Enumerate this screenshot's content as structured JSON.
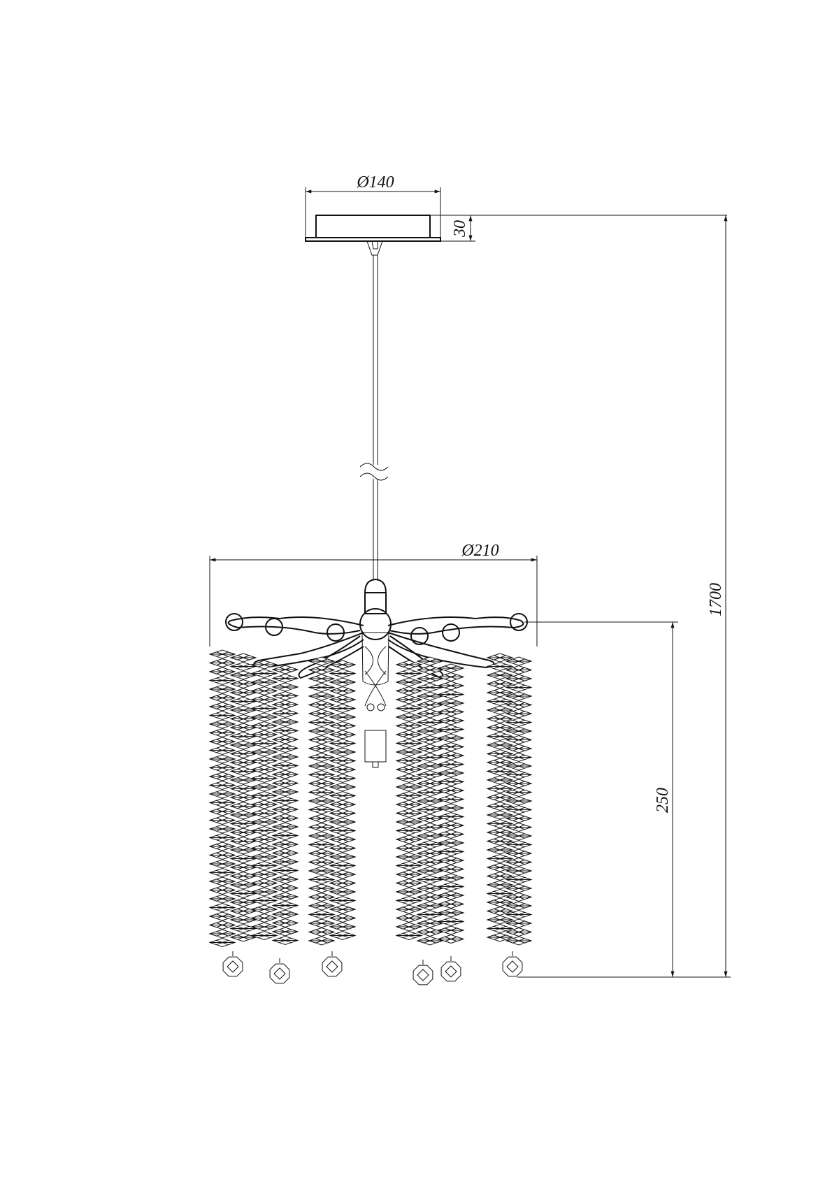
{
  "drawing": {
    "dimensions": {
      "canopy_diameter": "Ø140",
      "canopy_height": "30",
      "shade_diameter": "Ø210",
      "shade_height": "250",
      "total_height": "1700"
    },
    "colors": {
      "line": "#111111",
      "background": "#ffffff"
    }
  }
}
